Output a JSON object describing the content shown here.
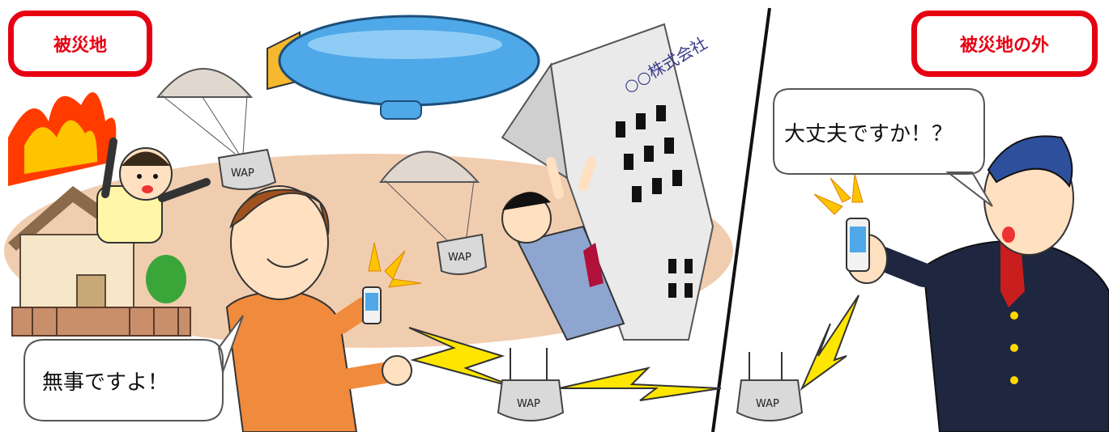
{
  "labels": {
    "disaster_area": "被災地",
    "outside_area": "被災地の外"
  },
  "speech": {
    "safe_message": "無事ですよ！",
    "concern_message": "大丈夫ですか！？"
  },
  "building_sign": "○○株式会社",
  "wap_label": "WAP",
  "colors": {
    "label_border": "#e60012",
    "bolt": "#ffe600",
    "blimp": "#4fa8e8",
    "ground": "#f1cdb0",
    "fire": "#ff3b00",
    "shirt_orange": "#f08a3c",
    "suit_blue": "#8ea6cf",
    "suit_dark": "#1e2640"
  },
  "icons": [
    "blimp",
    "parachute",
    "wap-access-point",
    "smartphone",
    "lightning-bolt",
    "burning-house",
    "collapsing-building"
  ]
}
